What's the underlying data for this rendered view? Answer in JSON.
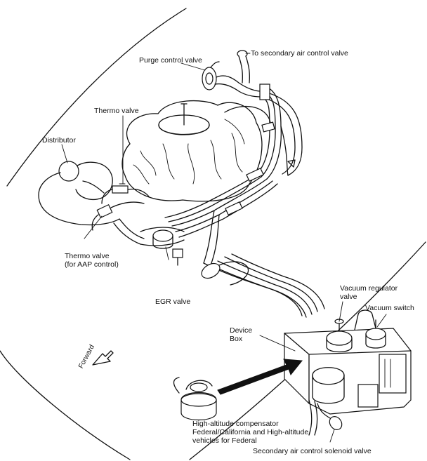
{
  "labels": {
    "purge_control_valve": "Purge control valve",
    "to_secondary_air": "To secondary air control valve",
    "thermo_valve": "Thermo valve",
    "distributor": "Distributor",
    "thermo_valve_aap": "Thermo valve\n(for AAP control)",
    "egr_valve": "EGR valve",
    "vacuum_regulator_valve": "Vacuum regulator\nvalve",
    "vacuum_switch": "Vacuum switch",
    "device_box": "Device\nBox",
    "forward": "Forward",
    "high_altitude_compensator": "High-altitude compensator\nFederal/California and High-altitude\nvehicles for Federal",
    "secondary_air_solenoid": "Secondary air control solenoid valve"
  },
  "colors": {
    "ink": "#111111",
    "paper": "#ffffff"
  },
  "icons": {
    "forward_arrow": "hollow-arrow-left-down"
  }
}
